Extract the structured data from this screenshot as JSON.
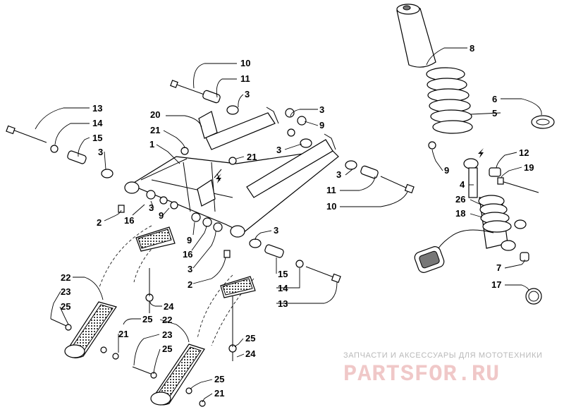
{
  "callouts": [
    {
      "id": "c10a",
      "text": "10"
    },
    {
      "id": "c11a",
      "text": "11"
    },
    {
      "id": "c3a",
      "text": "3"
    },
    {
      "id": "c13a",
      "text": "13"
    },
    {
      "id": "c14a",
      "text": "14"
    },
    {
      "id": "c15a",
      "text": "15"
    },
    {
      "id": "c3b",
      "text": "3"
    },
    {
      "id": "c20",
      "text": "20"
    },
    {
      "id": "c21a",
      "text": "21"
    },
    {
      "id": "c1",
      "text": "1"
    },
    {
      "id": "c21b",
      "text": "21"
    },
    {
      "id": "c3c",
      "text": "3"
    },
    {
      "id": "c9a",
      "text": "9"
    },
    {
      "id": "c3d",
      "text": "3"
    },
    {
      "id": "c3e",
      "text": "3"
    },
    {
      "id": "c11b",
      "text": "11"
    },
    {
      "id": "c10b",
      "text": "10"
    },
    {
      "id": "c2a",
      "text": "2"
    },
    {
      "id": "c16a",
      "text": "16"
    },
    {
      "id": "c3f",
      "text": "3"
    },
    {
      "id": "c9b",
      "text": "9"
    },
    {
      "id": "c9c",
      "text": "9"
    },
    {
      "id": "c16b",
      "text": "16"
    },
    {
      "id": "c3g",
      "text": "3"
    },
    {
      "id": "c2b",
      "text": "2"
    },
    {
      "id": "c3h",
      "text": "3"
    },
    {
      "id": "c15b",
      "text": "15"
    },
    {
      "id": "c14b",
      "text": "14"
    },
    {
      "id": "c13b",
      "text": "13"
    },
    {
      "id": "c8",
      "text": "8"
    },
    {
      "id": "c6",
      "text": "6"
    },
    {
      "id": "c5",
      "text": "5"
    },
    {
      "id": "c9d",
      "text": "9"
    },
    {
      "id": "c12",
      "text": "12"
    },
    {
      "id": "c19",
      "text": "19"
    },
    {
      "id": "c4",
      "text": "4"
    },
    {
      "id": "c26",
      "text": "26"
    },
    {
      "id": "c18",
      "text": "18"
    },
    {
      "id": "c7",
      "text": "7"
    },
    {
      "id": "c17",
      "text": "17"
    },
    {
      "id": "c22a",
      "text": "22"
    },
    {
      "id": "c23a",
      "text": "23"
    },
    {
      "id": "c25a",
      "text": "25"
    },
    {
      "id": "c25b",
      "text": "25"
    },
    {
      "id": "c24a",
      "text": "24"
    },
    {
      "id": "c21c",
      "text": "21"
    },
    {
      "id": "c22b",
      "text": "22"
    },
    {
      "id": "c23b",
      "text": "23"
    },
    {
      "id": "c25c",
      "text": "25"
    },
    {
      "id": "c25d",
      "text": "25"
    },
    {
      "id": "c24b",
      "text": "24"
    },
    {
      "id": "c25e",
      "text": "25"
    },
    {
      "id": "c21d",
      "text": "21"
    }
  ],
  "watermark": {
    "subtitle": "ЗАПЧАСТИ И АКСЕССУАРЫ ДЛЯ МОТОТЕХНИКИ",
    "logo": "PARTSFOR.RU"
  },
  "colors": {
    "line": "#000000",
    "background": "#ffffff",
    "watermark_text": "#b9b9b9",
    "watermark_logo": "#f0c8c8"
  }
}
